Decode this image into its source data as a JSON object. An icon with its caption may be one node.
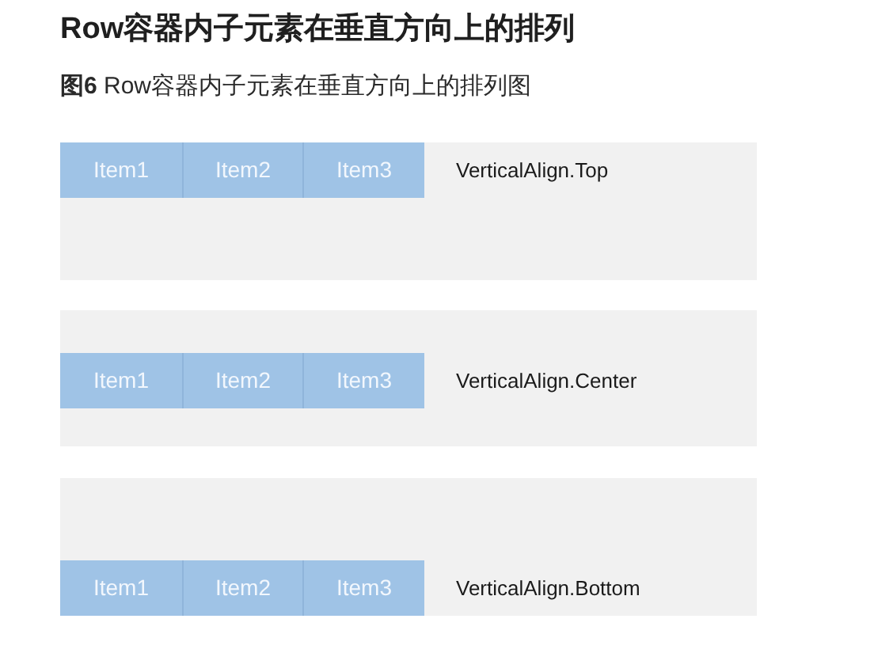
{
  "diagram": {
    "title": "Row容器内子元素在垂直方向上的排列",
    "caption": "**图6** Row容器内子元素在垂直方向上的排列图",
    "nodes": [
      {
        "text": [
          "VerticalAlign.Top"
        ]
      },
      {
        "text": [
          "Item1"
        ],
        "in": 0
      },
      {
        "text": [
          "Item2"
        ],
        "in": 0
      },
      {
        "text": [
          "Item3"
        ],
        "in": 0
      },
      {
        "text": [
          "VerticalAlign.Center"
        ]
      },
      {
        "text": [
          "Item1"
        ],
        "in": 4
      },
      {
        "text": [
          "Item2"
        ],
        "in": 4
      },
      {
        "text": [
          "Item3"
        ],
        "in": 4
      },
      {
        "text": [
          "VerticalAlign.Bottom"
        ]
      },
      {
        "text": [
          "Item1"
        ],
        "in": 8
      },
      {
        "text": [
          "Item2"
        ],
        "in": 8
      },
      {
        "text": [
          "Item3"
        ],
        "in": 8
      }
    ]
  }
}
